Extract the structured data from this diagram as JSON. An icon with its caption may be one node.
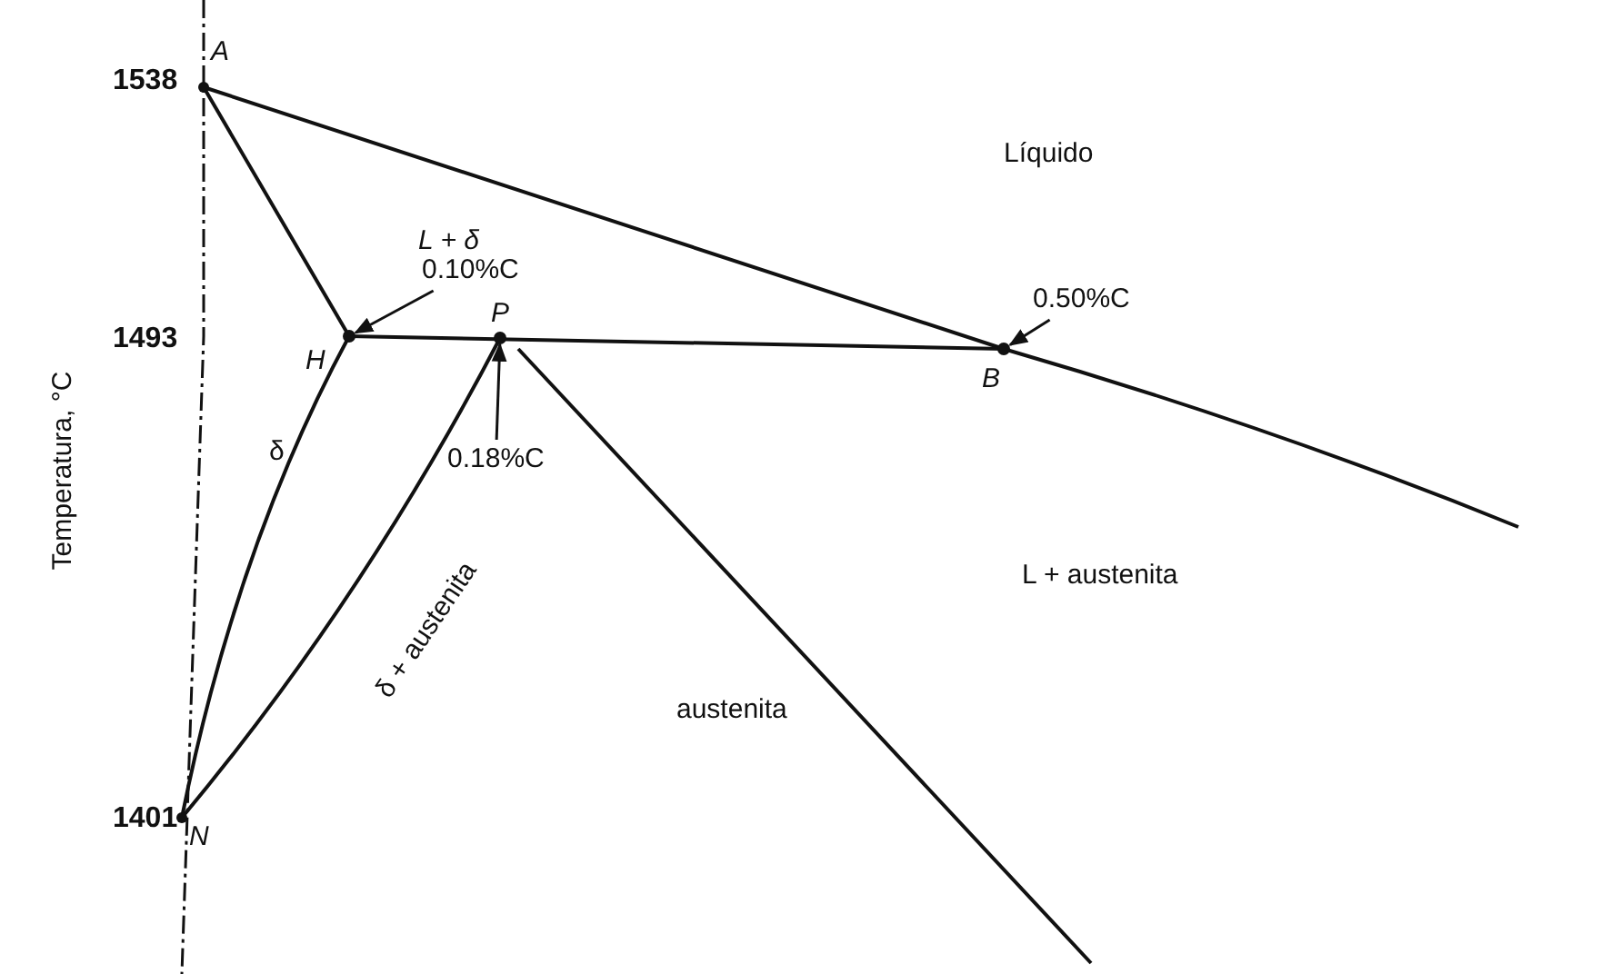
{
  "diagram": {
    "nodes": [
      {
        "text": [
          "0.10%C"
        ]
      },
      {
        "text": [
          "0.18%C"
        ]
      },
      {
        "text": [
          "0.50%C"
        ]
      },
      {
        "text": [],
        "shape": "circle"
      },
      {
        "text": [],
        "shape": "circle"
      },
      {
        "text": [],
        "shape": "circle"
      }
    ],
    "edges": [
      {
        "from": 0,
        "to": 3,
        "arrow": "to"
      },
      {
        "from": 1,
        "to": 4,
        "arrow": "to"
      },
      {
        "from": 2,
        "to": 5,
        "arrow": "to"
      }
    ],
    "labels": [
      "1538",
      "A",
      "Líquido",
      "L + δ",
      "Temperatura, °C",
      "1493",
      "H",
      "P",
      "B",
      "δ",
      "δ + austenita",
      "L + austenita",
      "austenita",
      "1401",
      "N"
    ]
  }
}
